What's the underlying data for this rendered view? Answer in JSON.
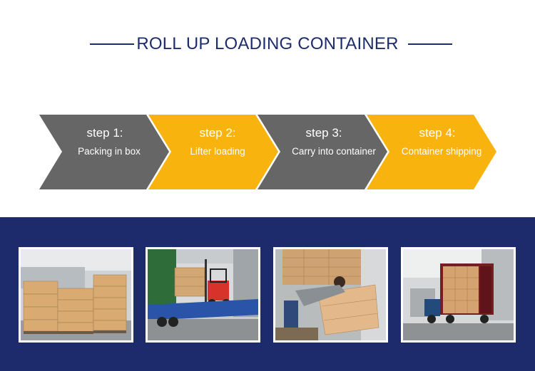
{
  "title": "ROLL UP LOADING CONTAINER",
  "colors": {
    "brand_navy": "#1e2d6b",
    "step_gray": "#666666",
    "step_yellow": "#f9b30f",
    "band_navy": "#1d2a6c"
  },
  "steps": [
    {
      "number": "step 1:",
      "label": "Packing in box",
      "color": "gray"
    },
    {
      "number": "step 2:",
      "label": "Lifter loading",
      "color": "yellow"
    },
    {
      "number": "step 3:",
      "label": "Carry into container",
      "color": "gray"
    },
    {
      "number": "step 4:",
      "label": "Container shipping",
      "color": "yellow"
    }
  ],
  "photos": [
    {
      "name": "packing-boxes-photo"
    },
    {
      "name": "forklift-loading-photo"
    },
    {
      "name": "worker-in-container-photo"
    },
    {
      "name": "container-truck-photo"
    }
  ]
}
